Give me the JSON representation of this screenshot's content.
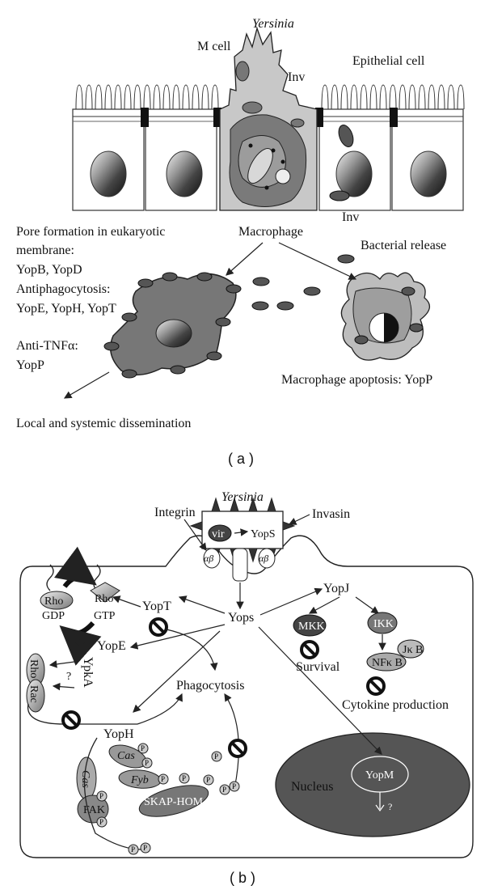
{
  "panel_a": {
    "caption": "( a )",
    "labels": {
      "yersinia": "Yersinia",
      "m_cell": "M cell",
      "inv_top": "Inv",
      "epithelial_cell": "Epithelial cell",
      "inv_bottom": "Inv",
      "macrophage": "Macrophage",
      "bacterial_release": "Bacterial release",
      "macrophage_apoptosis": "Macrophage apoptosis: YopP",
      "dissemination": "Local and systemic dissemination"
    },
    "functions": [
      {
        "heading": "Pore formation in eukaryotic",
        "heading2": "membrane:",
        "yops": "YopB, YopD"
      },
      {
        "heading": "Antiphagocytosis:",
        "yops": "YopE, YopH, YopT"
      },
      {
        "heading": "Anti-TNFα:",
        "yops": "YopP"
      }
    ]
  },
  "panel_b": {
    "caption": "( b )",
    "labels": {
      "yersinia": "Yersinia",
      "integrin": "Integrin",
      "invasin": "Invasin",
      "vir": "vir",
      "yops_s": "YopS",
      "alpha_beta_1": "αβ",
      "alpha_beta_2": "αβ",
      "rho_gdp_rho": "Rho",
      "rho_gdp": "GDP",
      "rho_gtp_rho": "Rho",
      "rho_gtp": "GTP",
      "yopt": "YopT",
      "yope": "YopE",
      "yops": "Yops",
      "yopj": "YopJ",
      "mkk": "MKK",
      "ikk": "IKK",
      "ikb": "Jκ B",
      "nfkb": "NFκ B",
      "survival": "Survival",
      "cytokine": "Cytokine production",
      "ypka": "YpkA",
      "rho": "Rho",
      "rac": "Rac",
      "question": "?",
      "phagocytosis": "Phagocytosis",
      "yoph": "YopH",
      "cas1": "Cas",
      "cas2": "Cas",
      "fyb": "Fyb",
      "fak": "FAK",
      "skap": "SKAP-HOM",
      "p": "P",
      "nucleus": "Nucleus",
      "yopm": "YopM",
      "question2": "?"
    }
  }
}
